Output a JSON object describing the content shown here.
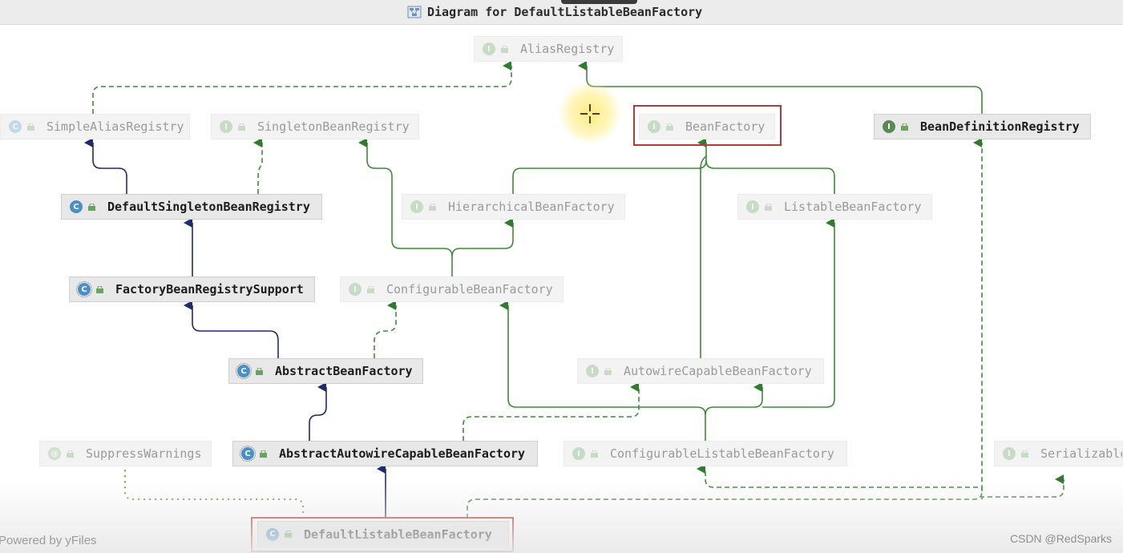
{
  "window": {
    "title": "Diagram for DefaultListableBeanFactory"
  },
  "diagram": {
    "nodes": [
      {
        "id": "alias-registry",
        "kind": "interface",
        "label": "AliasRegistry",
        "faded": true
      },
      {
        "id": "simple-alias-registry",
        "kind": "class",
        "label": "SimpleAliasRegistry",
        "faded": true
      },
      {
        "id": "singleton-bean-registry",
        "kind": "interface",
        "label": "SingletonBeanRegistry",
        "faded": true
      },
      {
        "id": "bean-factory",
        "kind": "interface",
        "label": "BeanFactory",
        "faded": true,
        "highlighted": true
      },
      {
        "id": "bean-definition-registry",
        "kind": "interface",
        "label": "BeanDefinitionRegistry",
        "faded": false
      },
      {
        "id": "default-singleton-bean-registry",
        "kind": "class",
        "label": "DefaultSingletonBeanRegistry",
        "faded": false
      },
      {
        "id": "hierarchical-bean-factory",
        "kind": "interface",
        "label": "HierarchicalBeanFactory",
        "faded": true
      },
      {
        "id": "listable-bean-factory",
        "kind": "interface",
        "label": "ListableBeanFactory",
        "faded": true
      },
      {
        "id": "factory-bean-registry-support",
        "kind": "abstract-class",
        "label": "FactoryBeanRegistrySupport",
        "faded": false
      },
      {
        "id": "configurable-bean-factory",
        "kind": "interface",
        "label": "ConfigurableBeanFactory",
        "faded": true
      },
      {
        "id": "abstract-bean-factory",
        "kind": "abstract-class",
        "label": "AbstractBeanFactory",
        "faded": false
      },
      {
        "id": "autowire-capable-bean-factory",
        "kind": "interface",
        "label": "AutowireCapableBeanFactory",
        "faded": true
      },
      {
        "id": "suppress-warnings",
        "kind": "annotation",
        "label": "SuppressWarnings",
        "faded": true
      },
      {
        "id": "abstract-autowire-capable-bean-factory",
        "kind": "abstract-class",
        "label": "AbstractAutowireCapableBeanFactory",
        "faded": false
      },
      {
        "id": "configurable-listable-bean-factory",
        "kind": "interface",
        "label": "ConfigurableListableBeanFactory",
        "faded": true
      },
      {
        "id": "serializable",
        "kind": "interface",
        "label": "Serializable",
        "faded": true
      },
      {
        "id": "default-listable-bean-factory",
        "kind": "class",
        "label": "DefaultListableBeanFactory",
        "faded": false,
        "highlighted": true
      }
    ]
  },
  "footer": {
    "powered_by": "Powered by yFiles",
    "watermark": "CSDN @RedSparks"
  },
  "colors": {
    "extends_edge": "#1f2b6e",
    "implements_edge": "#3e8a3a",
    "highlight_border": "#b33a3a"
  }
}
